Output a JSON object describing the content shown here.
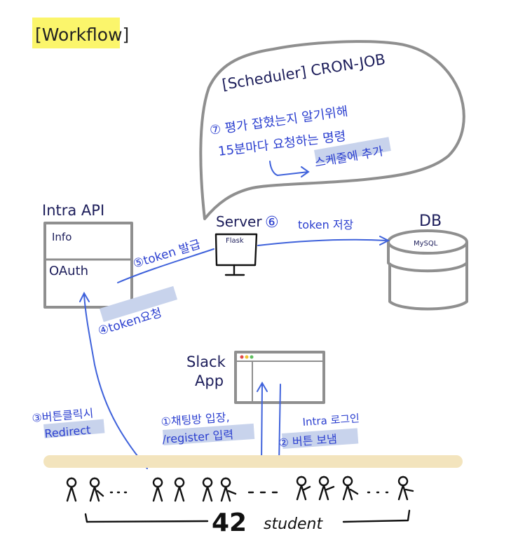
{
  "title": "[Workflow]",
  "scheduler": {
    "heading": "[Scheduler] CRON-JOB",
    "line1": "⑦ 평가 잡혔는지 알기위해",
    "line2": "15분마다 요청하는 명령",
    "line3": "스케줄에 추가"
  },
  "intra_api": {
    "title": "Intra API",
    "row1": "Info",
    "row2": "OAuth"
  },
  "server": {
    "title": "Server",
    "framework": "Flask",
    "step": "⑥"
  },
  "db": {
    "title": "DB",
    "engine": "MySQL"
  },
  "slack_app": {
    "line1": "Slack",
    "line2": "App"
  },
  "steps": {
    "s1_line1": "①채팅방 입장,",
    "s1_line2": "/register 입력",
    "s2_line1": "Intra 로그인",
    "s2_line2": "② 버튼 보냄",
    "s3_line1": "③버튼클릭시",
    "s3_line2": "Redirect",
    "s4": "④token요청",
    "s5": "⑤token 발급",
    "s6": "token 저장"
  },
  "students": {
    "count": "42",
    "label": "student"
  },
  "colors": {
    "ink_blue": "#2a3ecf",
    "ink_navy": "#1c1d5a",
    "box_gray": "#8f8f8f",
    "highlight_yellow": "#fbf56b",
    "floor_beige": "#f3e4bd",
    "label_blue_highlight": "#c8d3ec"
  }
}
